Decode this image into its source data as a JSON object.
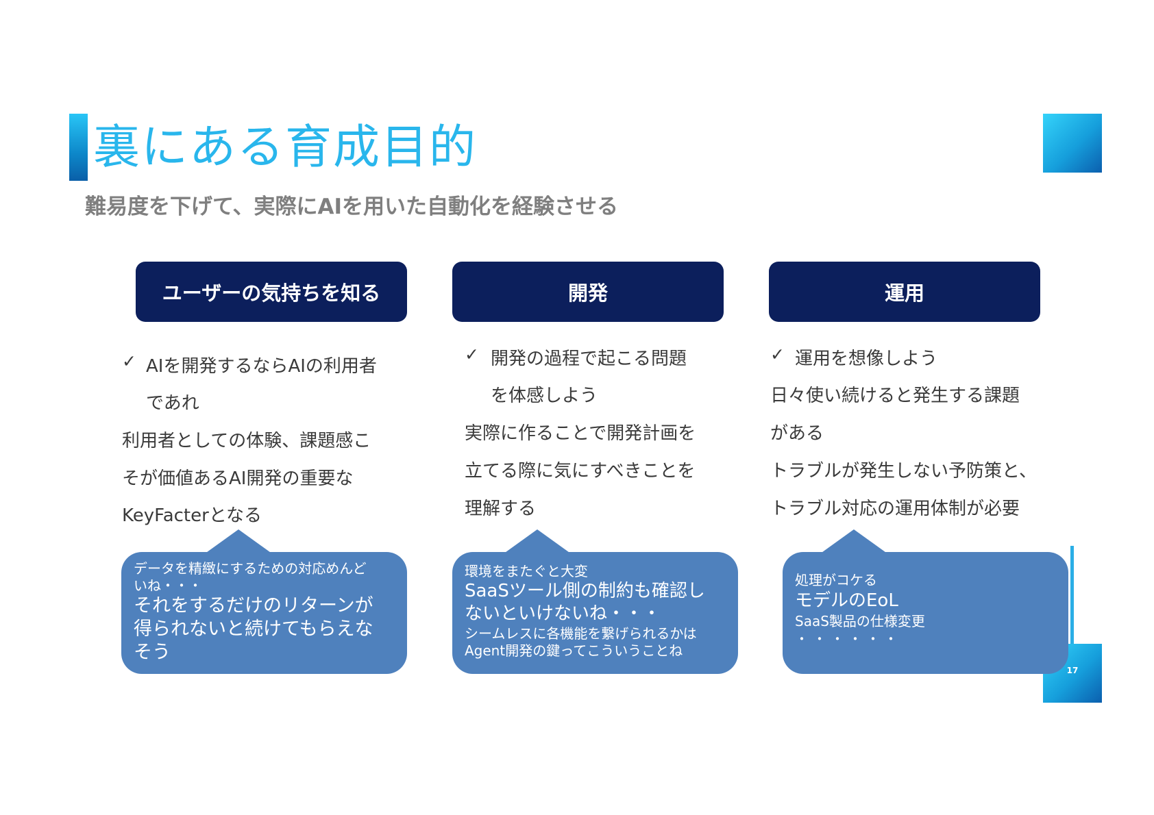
{
  "slide": {
    "title": "裏にある育成目的",
    "subtitle": "難易度を下げて、実際にAIを用いた自動化を経験させる",
    "page_number": "17"
  },
  "columns": [
    {
      "header": "ユーザーの気持ちを知る",
      "check_mark": "✓",
      "check_lines": [
        "AIを開発するならAIの利用者",
        "であれ"
      ],
      "body_lines": [
        "利用者としての体験、課題感こ",
        "そが価値あるAI開発の重要な",
        "KeyFacterとなる"
      ],
      "bubble_lines": [
        "データを精緻にするための対応めんど",
        "いね・・・",
        "それをするだけのリターンが",
        "得られないと続けてもらえな",
        "そう"
      ]
    },
    {
      "header": "開発",
      "check_mark": "✓",
      "check_lines": [
        "開発の過程で起こる問題",
        "を体感しよう"
      ],
      "body_lines": [
        "実際に作ることで開発計画を",
        "立てる際に気にすべきことを",
        "理解する"
      ],
      "bubble_lines": [
        "環境をまたぐと大変",
        "SaaSツール側の制約も確認し",
        "ないといけないね・・・",
        "シームレスに各機能を繋げられるかは",
        "Agent開発の鍵ってこういうことね"
      ]
    },
    {
      "header": "運用",
      "check_mark": "✓",
      "check_lines": [
        "運用を想像しよう"
      ],
      "body_lines": [
        "日々使い続けると発生する課題",
        "がある",
        "トラブルが発生しない予防策と、",
        "トラブル対応の運用体制が必要"
      ],
      "bubble_lines": [
        "処理がコケる",
        "モデルのEoL",
        "SaaS製品の仕様変更",
        "・・・・・・"
      ]
    }
  ],
  "colors": {
    "title": "#29b6ec",
    "header_bg": "#0c1f5c",
    "bubble_bg": "#4f81bd",
    "accent_gradient_start": "#35d3fa",
    "accent_gradient_end": "#0b5fae"
  }
}
